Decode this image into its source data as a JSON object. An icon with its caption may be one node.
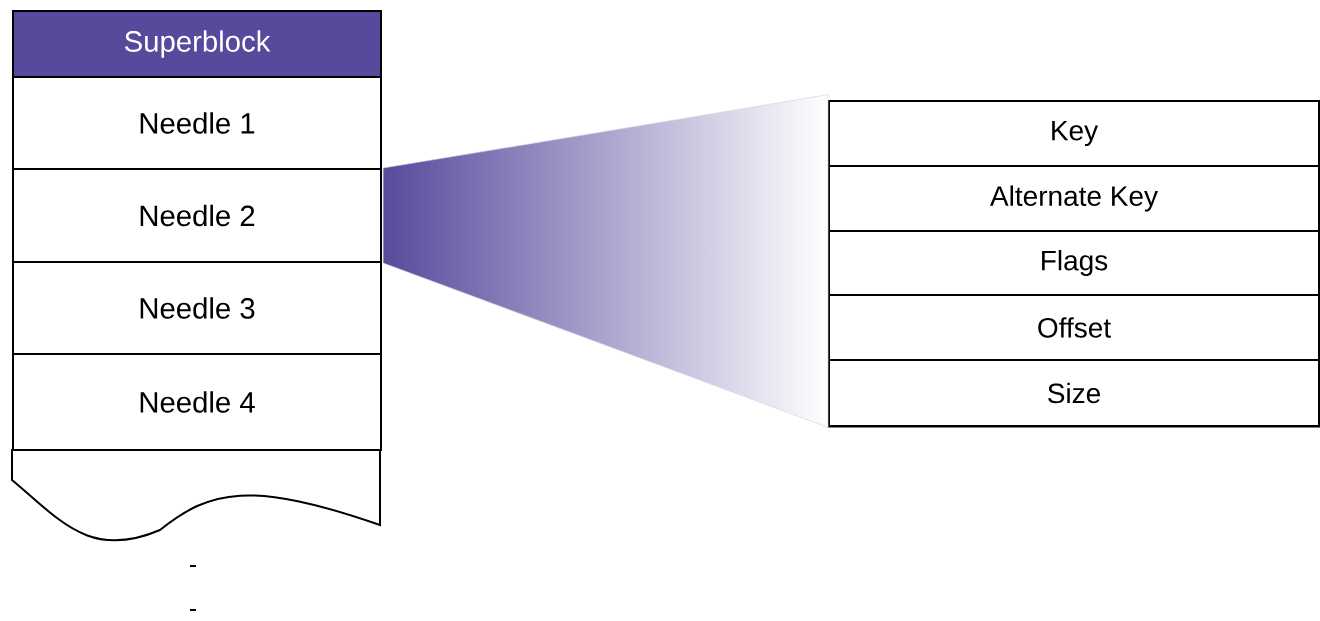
{
  "diagram": {
    "nodes": [
      {
        "text": [
          "Superblock"
        ]
      },
      {
        "text": [
          "Needle 1"
        ]
      },
      {
        "text": [
          "Needle 2"
        ]
      },
      {
        "text": [
          "Needle 3"
        ]
      },
      {
        "text": [
          "Needle 4"
        ]
      },
      {
        "text": [],
        "shape": "box"
      },
      {
        "text": [
          "Key"
        ],
        "in": 5
      },
      {
        "text": [
          "Alternate Key"
        ],
        "in": 5
      },
      {
        "text": [
          "Flags"
        ],
        "in": 5
      },
      {
        "text": [
          "Offset"
        ],
        "in": 5
      },
      {
        "text": [
          "Size"
        ],
        "in": 5
      }
    ],
    "edges": [
      {
        "from": 2,
        "to": 5,
        "arrow": "none"
      }
    ]
  }
}
